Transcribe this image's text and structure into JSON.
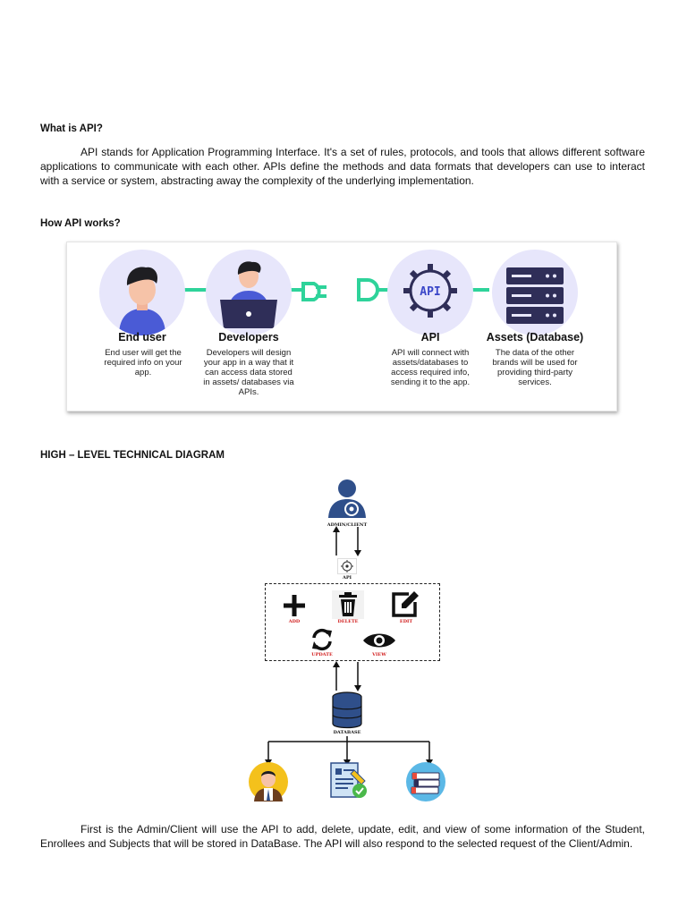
{
  "section1": {
    "heading": "What is API?",
    "paragraph": "API stands for Application Programming Interface. It's a set of rules, protocols, and tools that allows different software applications to communicate with each other. APIs define the methods and data formats that developers can use to interact with a service or system, abstracting away the complexity of the underlying implementation."
  },
  "section2": {
    "heading": "How API works?",
    "stages": [
      {
        "title": "End user",
        "desc": "End user will get the required info on your app.",
        "icon": "person-icon"
      },
      {
        "title": "Developers",
        "desc": "Developers will design your app in a way that it can access data stored in assets/ databases via APIs.",
        "icon": "developer-laptop-icon"
      },
      {
        "title": "API",
        "desc": "API will connect with assets/databases to access required info, sending it to the app.",
        "icon": "api-gear-icon",
        "badge": "API"
      },
      {
        "title": "Assets (Database)",
        "desc": "The data of the other brands will be used for providing third-party services.",
        "icon": "server-stack-icon"
      }
    ]
  },
  "section3": {
    "heading": "HIGH – LEVEL TECHNICAL DIAGRAM",
    "nodes": {
      "client": "ADMIN/CLIENT",
      "api": "API",
      "database": "DATABASE"
    },
    "operations": [
      "ADD",
      "DELETE",
      "EDIT",
      "UPDATE",
      "VIEW"
    ],
    "entities": [
      {
        "icon": "student-icon"
      },
      {
        "icon": "enrollee-form-icon"
      },
      {
        "icon": "subjects-books-icon"
      }
    ]
  },
  "section4": {
    "paragraph": "First is the Admin/Client will use the API to add, delete, update, edit, and view of some information of the Student, Enrollees and Subjects that will be stored in DataBase. The API will also respond to the selected request of the Client/Admin."
  },
  "colors": {
    "connector": "#2ed39a",
    "circle_bg": "#e7e6fb",
    "dark_navy": "#2f2e58",
    "operation_label": "#d01818",
    "diagram_blue": "#2f4f8a"
  }
}
